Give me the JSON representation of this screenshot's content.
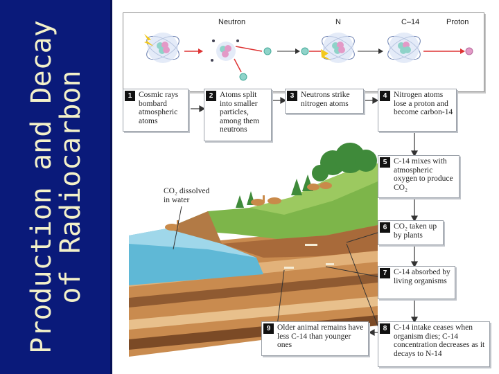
{
  "title": {
    "line1": "Production and Decay",
    "line2": "of Radiocarbon"
  },
  "top_panel": {
    "neutron": "Neutron",
    "n": "N",
    "c14": "C–14",
    "proton": "Proton"
  },
  "steps": [
    {
      "num": "1",
      "text": "Cosmic rays bombard atmospheric atoms"
    },
    {
      "num": "2",
      "text": "Atoms split into smaller particles, among them neutrons"
    },
    {
      "num": "3",
      "text": "Neutrons strike nitrogen atoms"
    },
    {
      "num": "4",
      "text": "Nitrogen atoms lose a proton and become carbon-14"
    },
    {
      "num": "5",
      "text": "C-14 mixes with atmospheric oxygen to produce CO₂"
    },
    {
      "num": "6",
      "text": "CO₂ taken up by plants"
    },
    {
      "num": "7",
      "text": "C-14 absorbed by living organisms"
    },
    {
      "num": "8",
      "text": "C-14 intake ceases when organism dies; C-14 concentration decreases as it decays to N-14"
    },
    {
      "num": "9",
      "text": "Older animal remains have less C-14 than younger ones"
    }
  ],
  "annotation": "CO₂ dissolved\nin water",
  "colors": {
    "sidebar": "#0a1a7a",
    "title": "#f3f1c9",
    "water": "#5fb8d6",
    "grass": "#7db54a",
    "soil": "#b9814b",
    "nucleus": "#8fd3c9"
  }
}
